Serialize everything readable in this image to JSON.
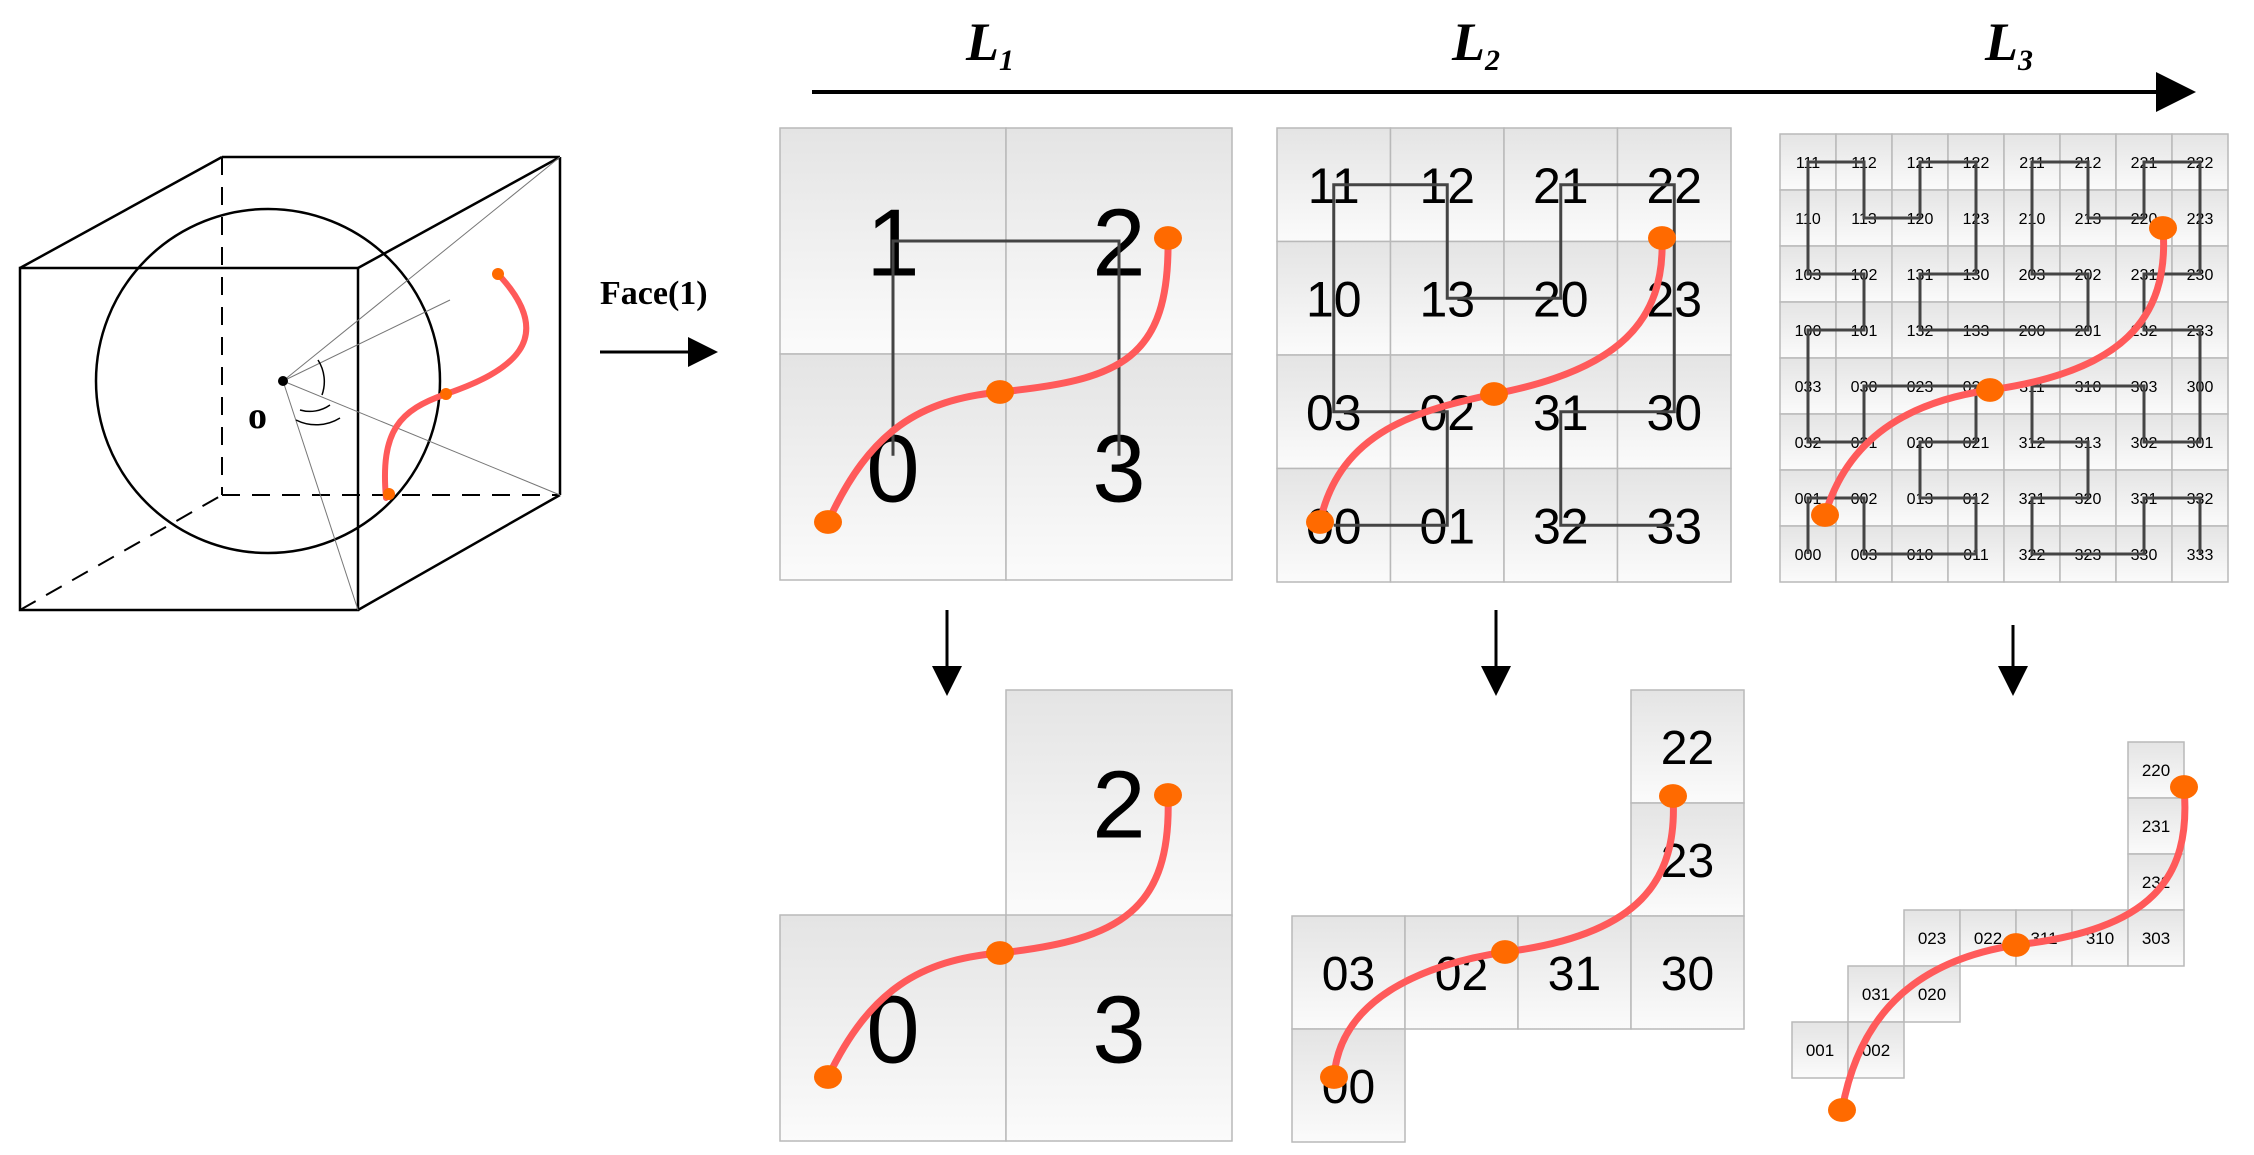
{
  "diagram": {
    "levels": [
      {
        "name": "L",
        "sub": "1"
      },
      {
        "name": "L",
        "sub": "2"
      },
      {
        "name": "L",
        "sub": "3"
      }
    ],
    "face_label": "Face(1)",
    "origin_label": "o",
    "colors": {
      "trajectory": "#ff5a5a",
      "point": "#ff6a00",
      "cell_fill_light": "#fafafa",
      "cell_fill_dark": "#e6e6e6",
      "cell_border": "#b9b9b9",
      "curve_line": "#444444"
    },
    "level1": {
      "grid": [
        [
          "1",
          "2"
        ],
        [
          "0",
          "3"
        ]
      ],
      "selected_cells": [
        "2",
        "0",
        "3"
      ]
    },
    "level2": {
      "grid": [
        [
          "11",
          "12",
          "21",
          "22"
        ],
        [
          "10",
          "13",
          "20",
          "23"
        ],
        [
          "03",
          "02",
          "31",
          "30"
        ],
        [
          "00",
          "01",
          "32",
          "33"
        ]
      ],
      "selected_cells": [
        "22",
        "23",
        "03",
        "02",
        "31",
        "30",
        "00"
      ]
    },
    "level3": {
      "grid": [
        [
          "111",
          "112",
          "121",
          "122",
          "211",
          "212",
          "221",
          "222"
        ],
        [
          "110",
          "113",
          "120",
          "123",
          "210",
          "213",
          "220",
          "223"
        ],
        [
          "103",
          "102",
          "131",
          "130",
          "203",
          "202",
          "231",
          "230"
        ],
        [
          "100",
          "101",
          "132",
          "133",
          "200",
          "201",
          "232",
          "233"
        ],
        [
          "033",
          "030",
          "023",
          "022",
          "311",
          "310",
          "303",
          "300"
        ],
        [
          "032",
          "031",
          "020",
          "021",
          "312",
          "313",
          "302",
          "301"
        ],
        [
          "001",
          "002",
          "013",
          "012",
          "321",
          "320",
          "331",
          "332"
        ],
        [
          "000",
          "003",
          "010",
          "011",
          "322",
          "323",
          "330",
          "333"
        ]
      ],
      "selected_cells": [
        "220",
        "231",
        "232",
        "023",
        "022",
        "311",
        "310",
        "303",
        "031",
        "020",
        "001",
        "002"
      ]
    }
  }
}
